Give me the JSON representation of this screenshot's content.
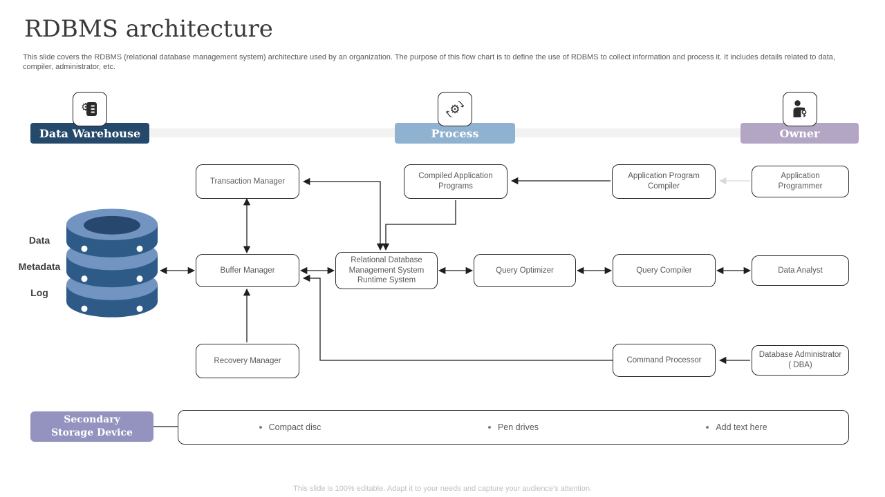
{
  "slide": {
    "title": "RDBMS architecture",
    "description": "This slide covers the RDBMS (relational database management system) architecture used by an organization. The purpose of this flow chart is to define the use of RDBMS to collect information and process it. It includes details related to data, compiler, administrator, etc.",
    "footer": "This slide is 100% editable. Adapt it to your needs and capture your audience's attention."
  },
  "lanes": [
    {
      "label": "Data Warehouse",
      "color": "#25496B",
      "icon": "database-gear-icon"
    },
    {
      "label": "Process",
      "color": "#8FB2D0",
      "icon": "process-cycle-gear-icon"
    },
    {
      "label": "Owner",
      "color": "#B3A6C5",
      "icon": "person-key-icon"
    }
  ],
  "nodes": {
    "transaction_manager": "Transaction Manager",
    "compiled_application_programs": "Compiled Application Programs",
    "application_program_compiler": "Application Program Compiler",
    "application_programmer": "Application Programmer",
    "buffer_manager": "Buffer Manager",
    "rdbms_runtime": "Relational Database Management System Runtime System",
    "query_optimizer": "Query Optimizer",
    "query_compiler": "Query Compiler",
    "data_analyst": "Data Analyst",
    "recovery_manager": "Recovery Manager",
    "command_processor": "Command Processor",
    "database_administrator": "Database Administrator ( DBA)"
  },
  "database": {
    "labels": [
      "Data",
      "Metadata",
      "Log"
    ],
    "colors": {
      "light": "#7294C1",
      "dark": "#2E5A87",
      "hole": "#26486E"
    }
  },
  "storage": {
    "label": "Secondary Storage Device",
    "color": "#9493C0",
    "items": [
      "Compact disc",
      "Pen drives",
      "Add text here"
    ]
  }
}
